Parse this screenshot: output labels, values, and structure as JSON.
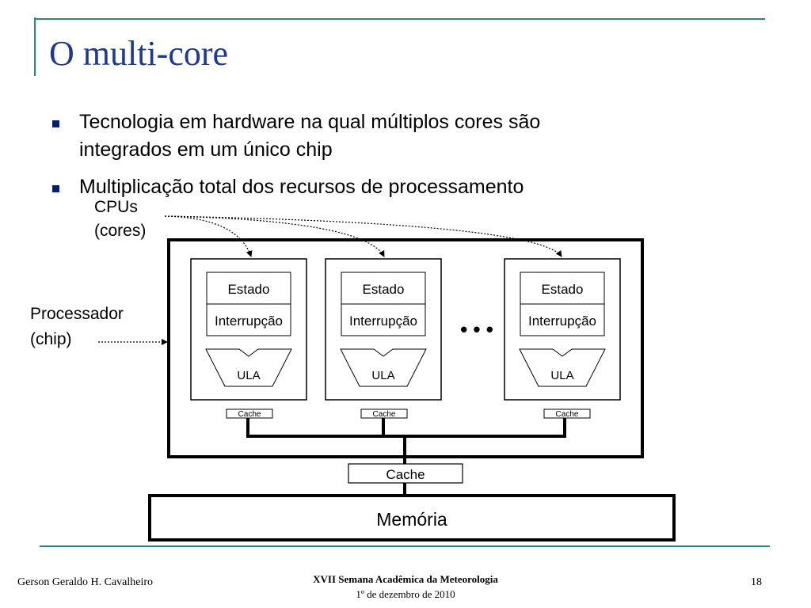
{
  "slide": {
    "title": "O multi-core",
    "accent_color": "#1f8a8a",
    "title_color": "#1f3a8c",
    "bullets": [
      {
        "line1": "Tecnologia em hardware na qual múltiplos cores são",
        "line2": "integrados em um único chip"
      },
      {
        "line1": "Multiplicação total dos recursos de processamento",
        "line2": ""
      }
    ]
  },
  "diagram": {
    "cpus_label_line1": "CPUs",
    "cpus_label_line2": "(cores)",
    "processor_label_line1": "Processador",
    "processor_label_line2": "(chip)",
    "cores": [
      {
        "estado": "Estado",
        "interrupcao": "Interrupção",
        "ula": "ULA",
        "cache": "Cache"
      },
      {
        "estado": "Estado",
        "interrupcao": "Interrupção",
        "ula": "ULA",
        "cache": "Cache"
      },
      {
        "estado": "Estado",
        "interrupcao": "Interrupção",
        "ula": "ULA",
        "cache": "Cache"
      }
    ],
    "ellipsis": "• • •",
    "shared_cache": "Cache",
    "memory": "Memória"
  },
  "footer": {
    "author": "Gerson Geraldo H. Cavalheiro",
    "event": "XVII Semana Acadêmica da Meteorologia",
    "date": "1º de dezembro de 2010",
    "page_number": "18"
  }
}
